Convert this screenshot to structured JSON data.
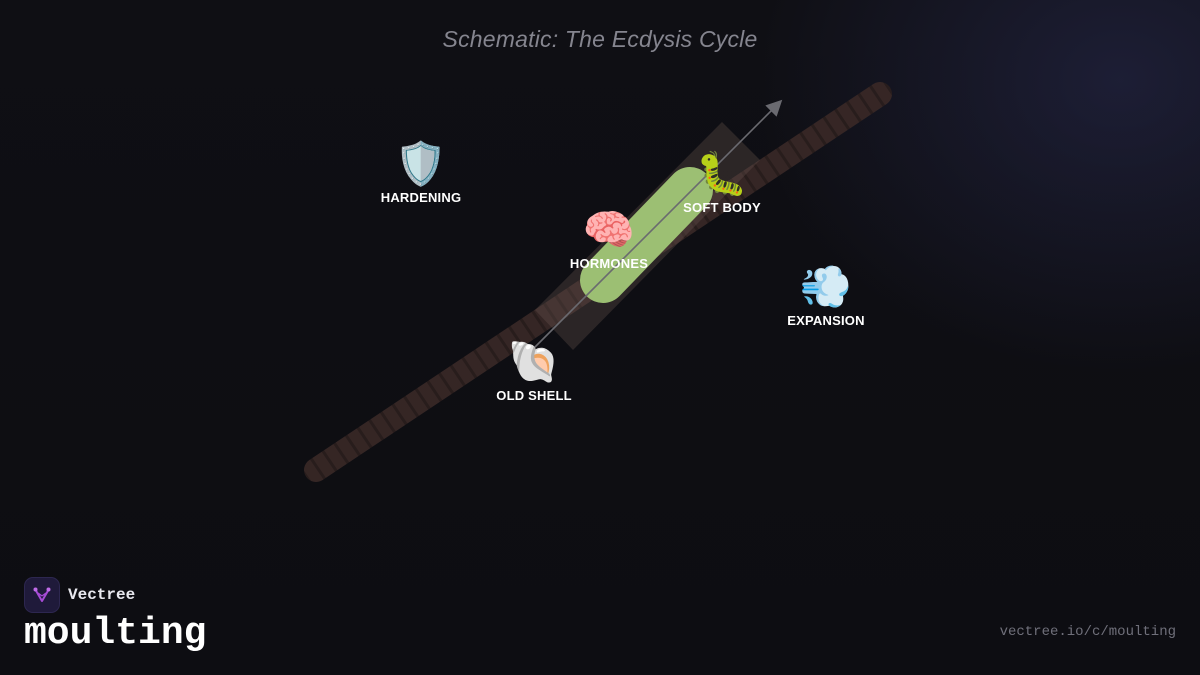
{
  "title": "Schematic: The Ecdysis Cycle",
  "nodes": {
    "hardening": {
      "icon": "shield-icon",
      "emoji": "🛡️",
      "label": "HARDENING"
    },
    "soft_body": {
      "icon": "caterpillar-icon",
      "emoji": "🐛",
      "label": "SOFT BODY"
    },
    "hormones": {
      "icon": "brain-icon",
      "emoji": "🧠",
      "label": "HORMONES"
    },
    "expansion": {
      "icon": "dash-wind-icon",
      "emoji": "💨",
      "label": "EXPANSION"
    },
    "old_shell": {
      "icon": "shell-icon",
      "emoji": "🐚",
      "label": "OLD SHELL"
    }
  },
  "colors": {
    "background": "#0f0f14",
    "branch": "#3a2a28",
    "soft_body": "#9cbf73",
    "arrow": "#6a6a70"
  },
  "brand": {
    "name": "Vectree",
    "logo_icon": "vectree-logo-icon"
  },
  "topic": "moulting",
  "url": "vectree.io/c/moulting"
}
